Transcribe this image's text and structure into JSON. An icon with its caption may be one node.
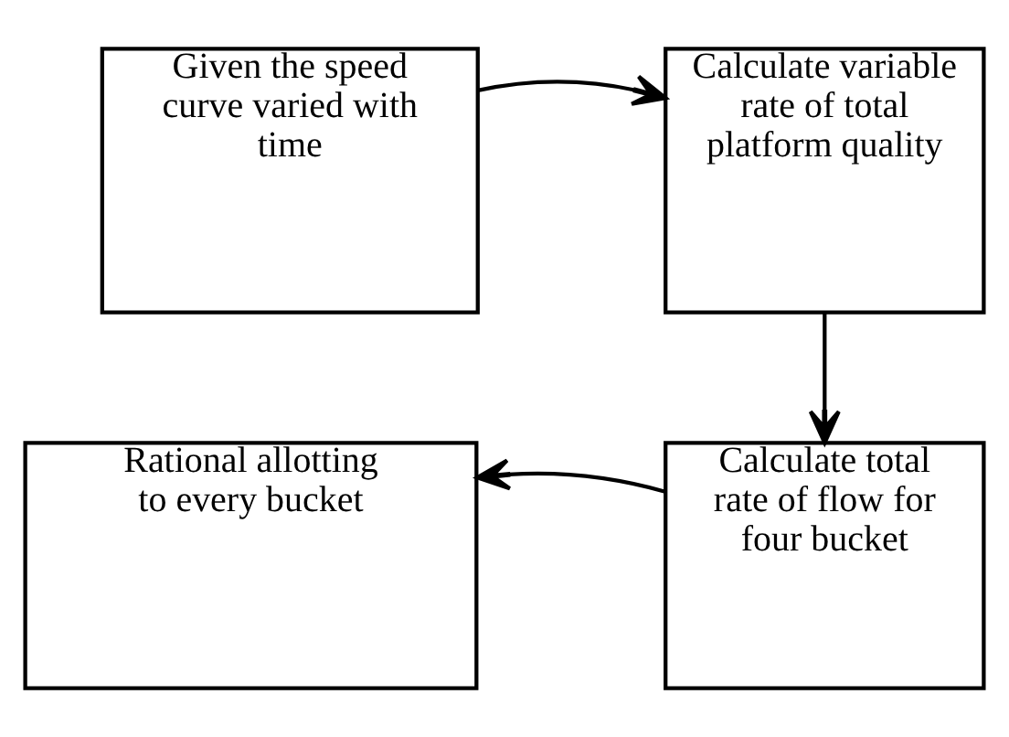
{
  "diagram": {
    "nodes": [
      {
        "text": [
          "Given the speed curve varied with time"
        ]
      },
      {
        "text": [
          "Calculate variable rate of total platform quality"
        ]
      },
      {
        "text": [
          "Calculate total rate of flow for four bucket"
        ]
      },
      {
        "text": [
          "Rational allotting to every bucket"
        ]
      }
    ],
    "edges": [
      {
        "from": 0,
        "to": 1,
        "arrow": "to"
      },
      {
        "from": 1,
        "to": 2,
        "arrow": "to"
      },
      {
        "from": 2,
        "to": 3,
        "arrow": "to"
      }
    ]
  }
}
